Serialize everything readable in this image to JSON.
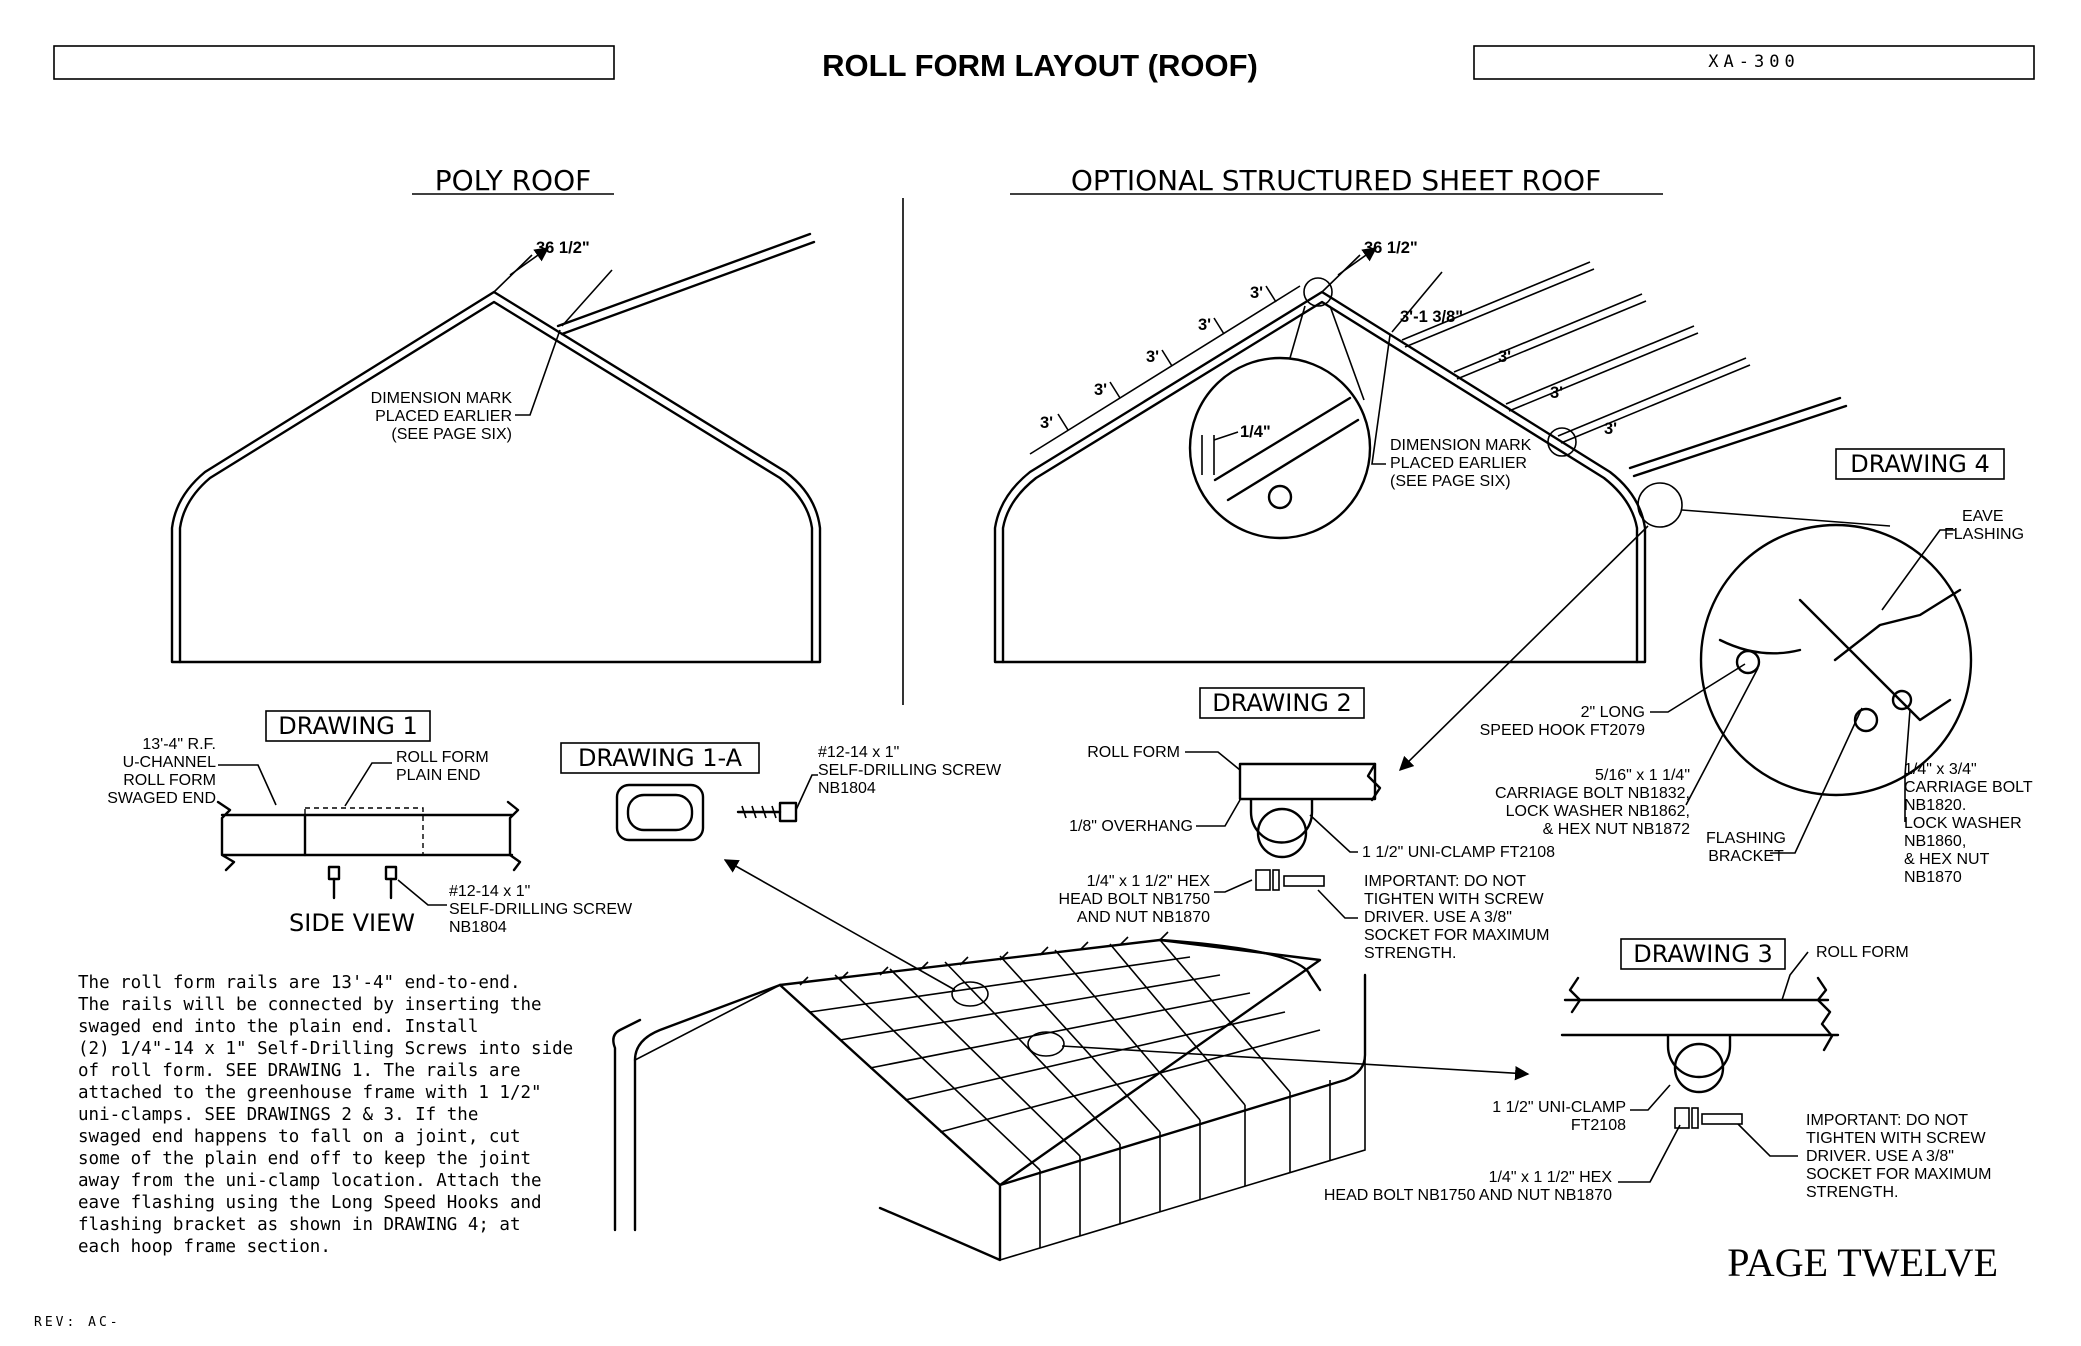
{
  "header": {
    "title": "ROLL FORM LAYOUT (ROOF)",
    "left_box": "",
    "code": "XA-300"
  },
  "sections": {
    "poly_roof": "POLY ROOF",
    "structured_roof": "OPTIONAL STRUCTURED SHEET ROOF"
  },
  "poly": {
    "dim": "36 1/2\"",
    "mark": [
      "DIMENSION MARK",
      "PLACED EARLIER",
      "(SEE PAGE SIX)"
    ]
  },
  "structured": {
    "dim": "36 1/2\"",
    "offset": "3'-1 3/8\"",
    "spacing": "3'",
    "detail_dim": "1/4\"",
    "mark": [
      "DIMENSION MARK",
      "PLACED EARLIER",
      "(SEE PAGE SIX)"
    ]
  },
  "drawing1": {
    "title": "DRAWING 1",
    "left_label": [
      "13'-4\" R.F.",
      "U-CHANNEL",
      "ROLL FORM",
      "SWAGED END"
    ],
    "right_label": [
      "ROLL FORM",
      "PLAIN END"
    ],
    "screw": [
      "#12-14 x 1\"",
      "SELF-DRILLING SCREW",
      "NB1804"
    ],
    "side_view": "SIDE VIEW"
  },
  "drawing1a": {
    "title": "DRAWING 1-A",
    "screw": [
      "#12-14 x 1\"",
      "SELF-DRILLING SCREW",
      "NB1804"
    ]
  },
  "drawing2": {
    "title": "DRAWING 2",
    "roll_form": "ROLL FORM",
    "overhang": "1/8\" OVERHANG",
    "clamp": "1 1/2\" UNI-CLAMP FT2108",
    "bolt": [
      "1/4\" x 1 1/2\" HEX",
      "HEAD BOLT NB1750",
      "AND NUT NB1870"
    ],
    "important": [
      "IMPORTANT: DO NOT",
      "TIGHTEN WITH SCREW",
      "DRIVER. USE A 3/8\"",
      "SOCKET FOR MAXIMUM",
      "STRENGTH."
    ]
  },
  "drawing3": {
    "title": "DRAWING 3",
    "roll_form": "ROLL FORM",
    "clamp": [
      "1 1/2\" UNI-CLAMP",
      "FT2108"
    ],
    "bolt": [
      "1/4\" x 1 1/2\" HEX",
      "HEAD BOLT NB1750 AND NUT NB1870"
    ],
    "important": [
      "IMPORTANT: DO NOT",
      "TIGHTEN WITH SCREW",
      "DRIVER. USE A 3/8\"",
      "SOCKET FOR MAXIMUM",
      "STRENGTH."
    ]
  },
  "drawing4": {
    "title": "DRAWING 4",
    "eave": [
      "EAVE",
      "FLASHING"
    ],
    "hook": [
      "2\" LONG",
      "SPEED HOOK FT2079"
    ],
    "carriage1": [
      "5/16\" x 1 1/4\"",
      "CARRIAGE BOLT NB1832,",
      "LOCK WASHER NB1862,",
      "& HEX NUT NB1872"
    ],
    "bracket": [
      "FLASHING",
      "BRACKET"
    ],
    "carriage2": [
      "1/4\" x 3/4\"",
      "CARRIAGE BOLT",
      "NB1820.",
      "LOCK WASHER",
      "NB1860,",
      "& HEX NUT",
      "NB1870"
    ]
  },
  "notes": [
    "The roll form rails are 13'-4\" end-to-end.",
    "The rails will be connected by inserting the",
    "swaged end into the plain end. Install",
    "(2) 1/4\"-14 x 1\" Self-Drilling Screws into side",
    "of roll form.  SEE DRAWING 1.  The rails are",
    "attached to the greenhouse frame with 1 1/2\"",
    "uni-clamps. SEE DRAWINGS 2 & 3.  If the",
    "swaged end happens to fall on a joint, cut",
    "some of the plain end off to keep the joint",
    "away from the uni-clamp location.  Attach the",
    "eave flashing using the Long Speed Hooks and",
    "flashing bracket as shown in DRAWING 4; at",
    "each hoop frame section."
  ],
  "footer": {
    "page": "PAGE TWELVE",
    "rev": "REV: AC-"
  }
}
